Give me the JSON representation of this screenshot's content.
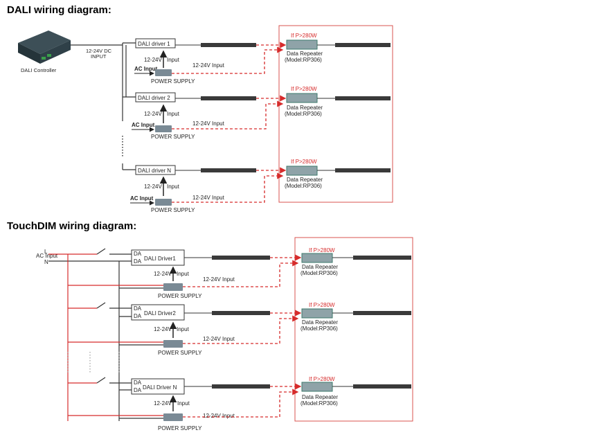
{
  "headings": {
    "dali": "DALI wiring diagram:",
    "touchdim": "TouchDIM wiring diagram:"
  },
  "dali": {
    "controller_label": "DALI Controller",
    "dc_input_line1": "12-24V DC",
    "dc_input_line2": "INPUT",
    "rows": [
      {
        "driver": "DALI driver 1",
        "v": "12-24V",
        "input": "Input",
        "dc": "12-24V Input",
        "ac": "AC Input",
        "ps": "POWER SUPPLY",
        "flag": "If P>280W",
        "rep1": "Data Repeater",
        "rep2": "(Model:RP306)"
      },
      {
        "driver": "DALI driver 2",
        "v": "12-24V",
        "input": "Input",
        "dc": "12-24V Input",
        "ac": "AC Input",
        "ps": "POWER SUPPLY",
        "flag": "If P>280W",
        "rep1": "Data Repeater",
        "rep2": "(Model:RP306)"
      },
      {
        "driver": "DALI driver N",
        "v": "12-24V",
        "input": "Input",
        "dc": "12-24V Input",
        "ac": "AC Input",
        "ps": "POWER SUPPLY",
        "flag": "If P>280W",
        "rep1": "Data Repeater",
        "rep2": "(Model:RP306)"
      }
    ]
  },
  "touchdim": {
    "ac_input": "AC Input",
    "l": "L",
    "n": "N",
    "rows": [
      {
        "da1": "DA",
        "da2": "DA",
        "driver": "DALI Driver1",
        "v": "12-24V",
        "input": "Input",
        "dc": "12-24V Input",
        "ps": "POWER SUPPLY",
        "flag": "If P>280W",
        "rep1": "Data Repeater",
        "rep2": "(Model:RP306)"
      },
      {
        "da1": "DA",
        "da2": "DA",
        "driver": "DALI Driver2",
        "v": "12-24V",
        "input": "Input",
        "dc": "12-24V Input",
        "ps": "POWER SUPPLY",
        "flag": "If P>280W",
        "rep1": "Data Repeater",
        "rep2": "(Model:RP306)"
      },
      {
        "da1": "DA",
        "da2": "DA",
        "driver": "DALI Driver N",
        "v": "12-24V",
        "input": "Input",
        "dc": "12-24V Input",
        "ps": "POWER SUPPLY",
        "flag": "If P>280W",
        "rep1": "Data Repeater",
        "rep2": "(Model:RP306)"
      }
    ]
  },
  "colors": {
    "signal_red": "#d62b2b",
    "wire": "#333333",
    "strip": "#3a3a3a",
    "panel_border": "#d9534f"
  }
}
